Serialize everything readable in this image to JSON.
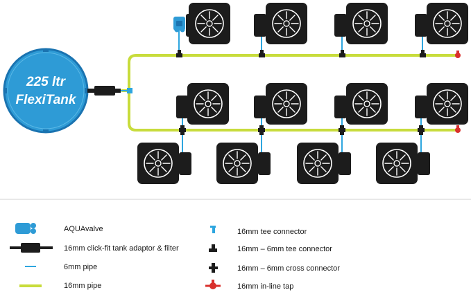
{
  "colors": {
    "tank_blue": "#2e9bd6",
    "tank_ring": "#1a73b0",
    "thick_pipe": "#c8dc3c",
    "thin_pipe": "#2ea6df",
    "pot_dark": "#1c1c1c",
    "tap_red": "#d9302c",
    "separator": "#d0d0d0"
  },
  "tank": {
    "line1": "225 ltr",
    "line2": "FlexiTank"
  },
  "legend": {
    "aquavalve": {
      "label": "AQUAvalve",
      "icon": "aquavalve-icon"
    },
    "tank_adaptor": {
      "label": "16mm click-fit tank adaptor & filter",
      "icon": "tank-adaptor-icon"
    },
    "pipe_6mm": {
      "label": "6mm pipe",
      "icon": "thin-pipe-icon"
    },
    "pipe_16mm": {
      "label": "16mm pipe",
      "icon": "thick-pipe-icon"
    },
    "tee_16": {
      "label": "16mm tee connector",
      "icon": "tee-connector-icon"
    },
    "tee_16_6": {
      "label": "16mm – 6mm tee connector",
      "icon": "reducing-tee-icon"
    },
    "cross_16_6": {
      "label": "16mm – 6mm cross connector",
      "icon": "cross-connector-icon"
    },
    "inline_tap": {
      "label": "16mm in-line tap",
      "icon": "inline-tap-icon"
    }
  }
}
